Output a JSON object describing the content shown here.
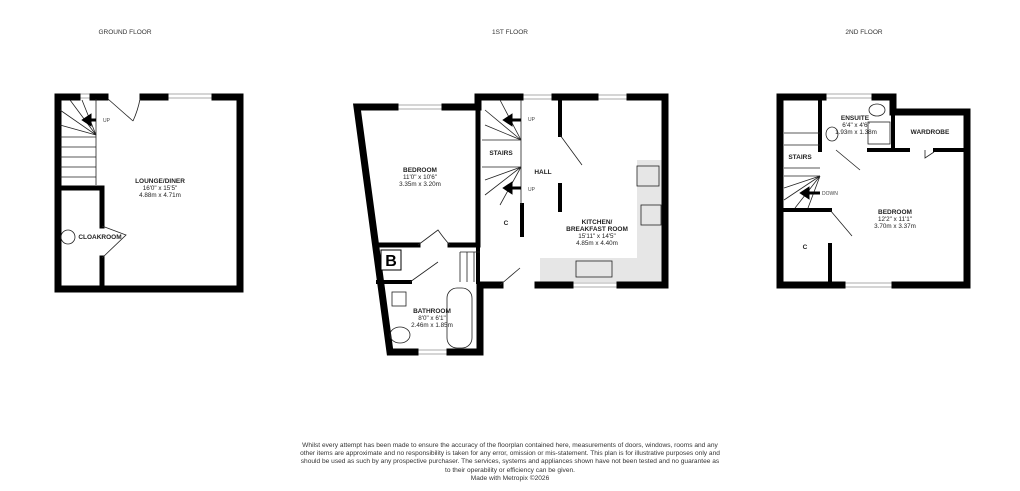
{
  "floors": [
    {
      "name": "GROUND FLOOR",
      "rooms": [
        {
          "name": "LOUNGE/DINER",
          "imperial": "16'0\"  x 15'5\"",
          "metric": "4.88m  x 4.71m"
        },
        {
          "name": "CLOAKROOM"
        }
      ],
      "stair_label": "UP"
    },
    {
      "name": "1ST FLOOR",
      "rooms": [
        {
          "name": "BEDROOM",
          "imperial": "11'0\"  x 10'6\"",
          "metric": "3.35m  x 3.20m"
        },
        {
          "name": "KITCHEN/",
          "name2": "BREAKFAST ROOM",
          "imperial": "15'11\"  x 14'5\"",
          "metric": "4.85m  x 4.40m"
        },
        {
          "name": "BATHROOM",
          "imperial": "8'0\"  x 6'1\"",
          "metric": "2.46m  x 1.85m"
        },
        {
          "name": "STAIRS"
        },
        {
          "name": "HALL"
        },
        {
          "name": "C"
        },
        {
          "name": "B"
        }
      ],
      "stair_labels": [
        "UP",
        "UP"
      ]
    },
    {
      "name": "2ND FLOOR",
      "rooms": [
        {
          "name": "ENSUITE",
          "imperial": "6'4\"  x 4'6\"",
          "metric": "1.93m  x 1.38m"
        },
        {
          "name": "WARDROBE"
        },
        {
          "name": "STAIRS"
        },
        {
          "name": "BEDROOM",
          "imperial": "12'2\"  x 11'1\"",
          "metric": "3.70m  x 3.37m"
        },
        {
          "name": "C"
        }
      ],
      "stair_label": "DOWN"
    }
  ],
  "disclaimer": "Whilst every attempt has been made to ensure the accuracy of the floorplan contained here, measurements of doors, windows, rooms and any other items are approximate and no responsibility is taken for any error, omission or mis-statement. This plan is for illustrative purposes only and should be used as such by any prospective purchaser. The services, systems and appliances shown have not been tested and no guarantee as to their operability or efficiency can be given.",
  "credit": "Made with Metropix ©2026",
  "colors": {
    "wall": "#000000",
    "counter": "#e6e6e6"
  }
}
